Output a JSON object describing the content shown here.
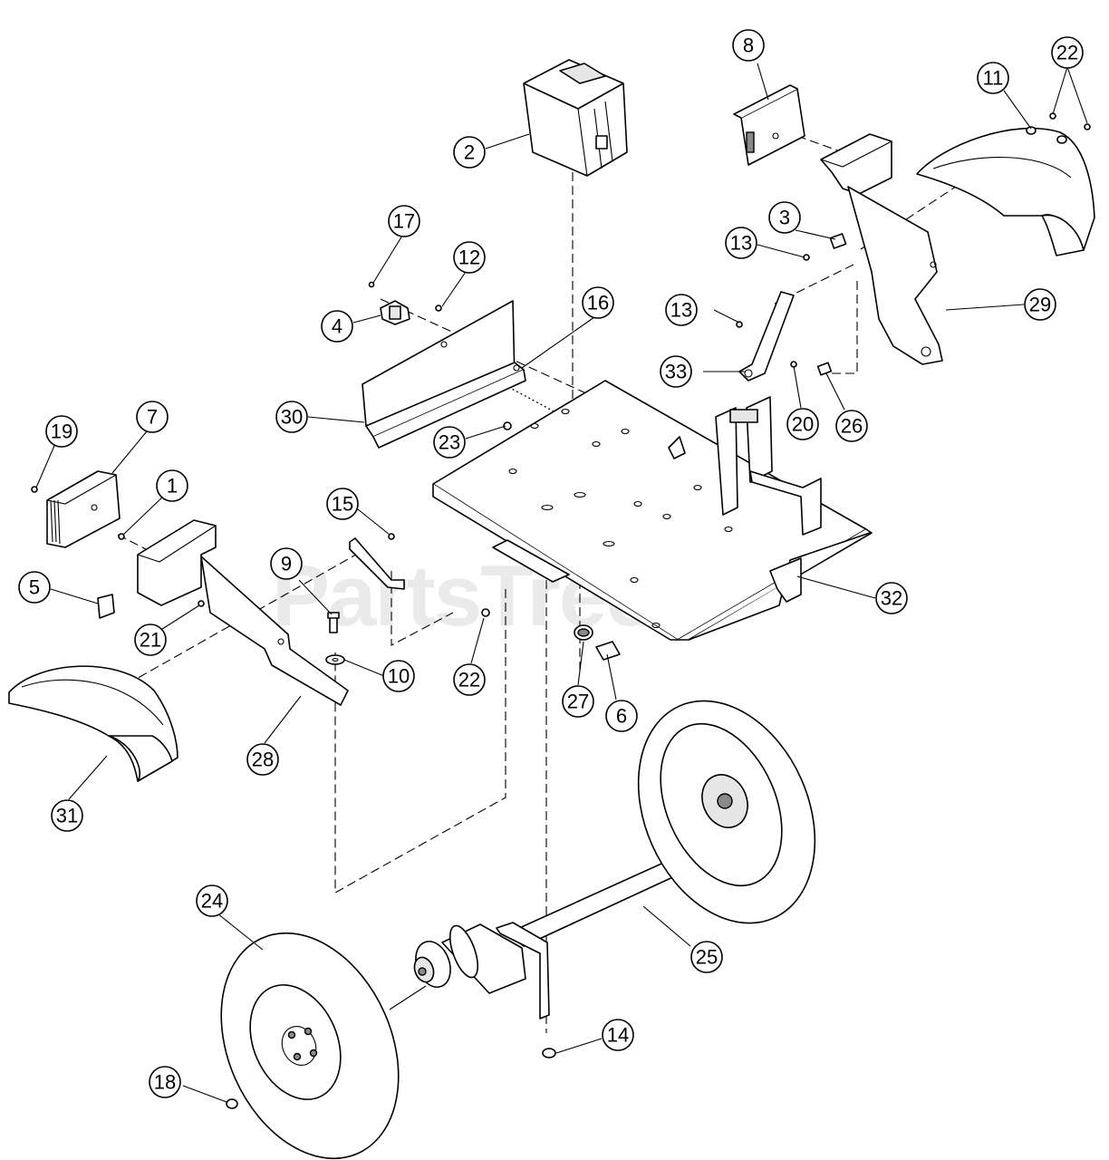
{
  "watermark": {
    "text": "PartsTree",
    "mark": "™"
  },
  "callouts": [
    "1",
    "2",
    "3",
    "4",
    "5",
    "6",
    "7",
    "8",
    "9",
    "10",
    "11",
    "12",
    "13",
    "13",
    "14",
    "15",
    "16",
    "17",
    "18",
    "19",
    "20",
    "21",
    "22",
    "22",
    "23",
    "24",
    "25",
    "26",
    "27",
    "28",
    "29",
    "30",
    "31",
    "32",
    "33"
  ]
}
